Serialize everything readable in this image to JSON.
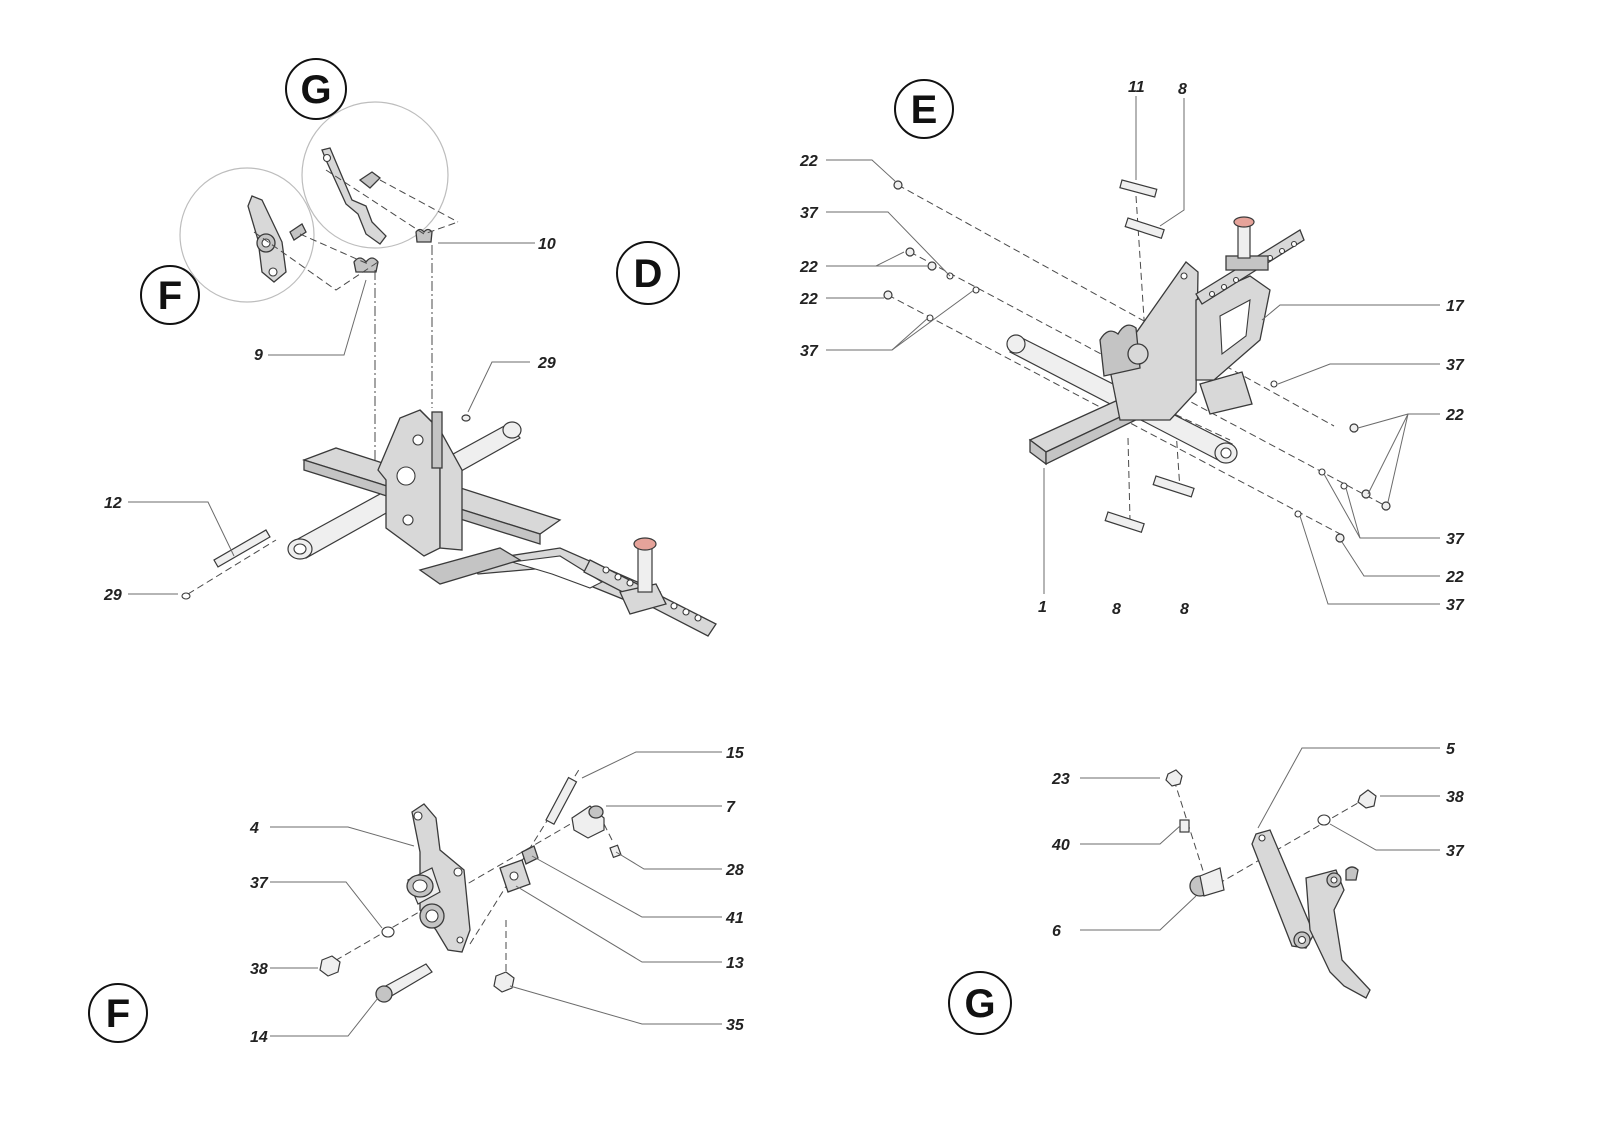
{
  "views": {
    "D": {
      "letter": "D"
    },
    "E": {
      "letter": "E"
    },
    "F_top": {
      "letter": "F"
    },
    "G_top": {
      "letter": "G"
    },
    "F": {
      "letter": "F"
    },
    "G": {
      "letter": "G"
    }
  },
  "callouts": {
    "d": [
      "10",
      "9",
      "29",
      "12",
      "29"
    ],
    "e": [
      "11",
      "8",
      "22",
      "37",
      "22",
      "22",
      "37",
      "17",
      "37",
      "22",
      "37",
      "22",
      "37",
      "1",
      "8",
      "8"
    ],
    "f": [
      "15",
      "7",
      "4",
      "28",
      "37",
      "41",
      "13",
      "38",
      "35",
      "14"
    ],
    "g": [
      "5",
      "23",
      "38",
      "40",
      "37",
      "6"
    ]
  }
}
